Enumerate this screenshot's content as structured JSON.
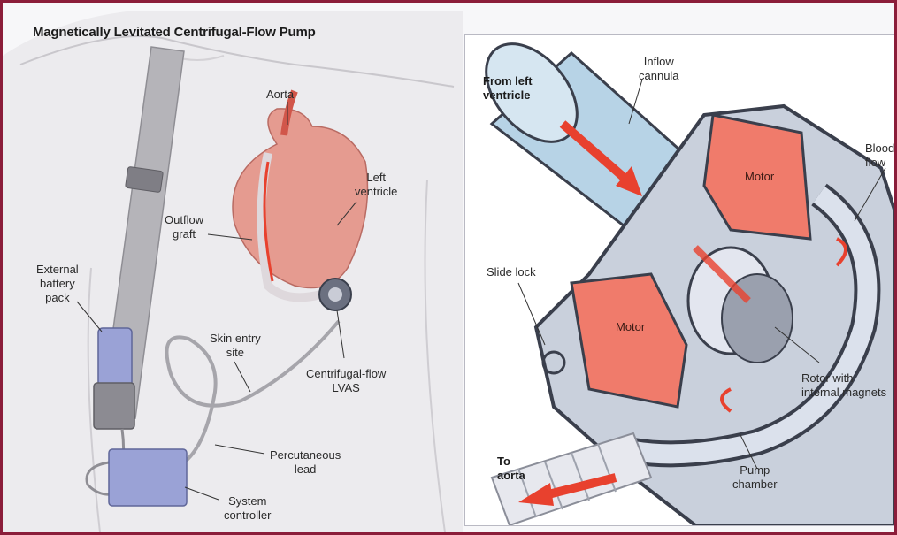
{
  "title": "Magnetically Levitated Centrifugal-Flow Pump",
  "labels": {
    "aorta": "Aorta",
    "left_ventricle": "Left\nventricle",
    "outflow_graft": "Outflow\ngraft",
    "external_battery": "External\nbattery\npack",
    "skin_entry": "Skin entry\nsite",
    "centrifugal_lvas": "Centrifugal-flow\nLVAS",
    "percutaneous_lead": "Percutaneous\nlead",
    "system_controller": "System\ncontroller",
    "from_left_ventricle": "From left\nventricle",
    "inflow_cannula": "Inflow\ncannula",
    "blood_flow": "Blood\nflow",
    "motor_top": "Motor",
    "motor_bottom": "Motor",
    "slide_lock": "Slide lock",
    "rotor": "Rotor with\ninternal magnets",
    "to_aorta": "To\naorta",
    "pump_chamber": "Pump\nchamber"
  },
  "colors": {
    "border": "#8b1d3a",
    "motor": "#f07b6b",
    "arrow": "#e8412e",
    "cannula": "#b7d3e6",
    "housing": "#3a3f4c",
    "skin": "#e9e6ea"
  }
}
